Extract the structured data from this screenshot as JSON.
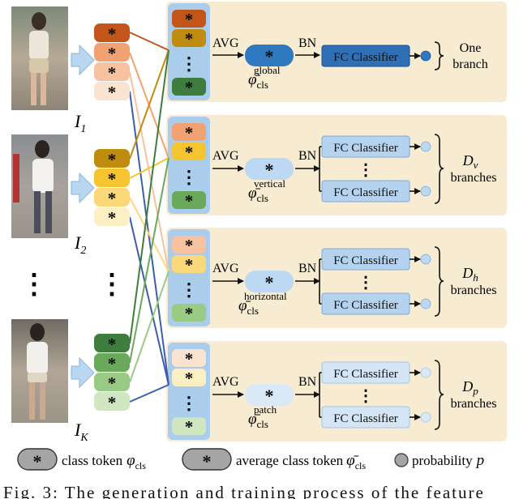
{
  "labels": {
    "avg": "AVG",
    "bn": "BN",
    "fc": "FC Classifier",
    "asterisk": "*",
    "dots": "⋮"
  },
  "inputs": [
    {
      "letter": "I",
      "sub": "1"
    },
    {
      "letter": "I",
      "sub": "2"
    },
    {
      "letter": "I",
      "sub": "K"
    }
  ],
  "branches": [
    {
      "name": "One",
      "suffix": "branch",
      "token_sym": "φ̄",
      "token_sub": "cls",
      "token_sup": "global"
    },
    {
      "name": "D",
      "sub": "v",
      "suffix": "branches",
      "token_sym": "φ̄",
      "token_sub": "cls",
      "token_sup": "vertical"
    },
    {
      "name": "D",
      "sub": "h",
      "suffix": "branches",
      "token_sym": "φ̄",
      "token_sub": "cls",
      "token_sup": "horizontal"
    },
    {
      "name": "D",
      "sub": "p",
      "suffix": "branches",
      "token_sym": "φ̄",
      "token_sub": "cls",
      "token_sup": "patch"
    }
  ],
  "legend": {
    "class_token": "class token",
    "class_token_sym": "φ",
    "class_token_sub": "cls",
    "avg_token": "average class token",
    "avg_token_sym": "φ̄",
    "avg_token_sub": "cls",
    "probability": "probability",
    "probability_sym": "p"
  },
  "caption": "Fig. 3: The generation and training process of the feature",
  "colors": {
    "panel_bg": "#f7ecd2",
    "column_bg": "#a9cdea",
    "global_token": "#2f79c1",
    "global_fc": "#2f6fb6",
    "branch_token": "#bcd8f3",
    "branch_fc": "#b5d3ef",
    "patch_token": "#dbe8f5",
    "patch_fc": "#d4e5f5",
    "legend_token": "#a5a5a5",
    "tokens_1": [
      "#c4551a",
      "#f2a272",
      "#f6c29f",
      "#fbe3d1"
    ],
    "tokens_2": [
      "#bf8c0f",
      "#f5c531",
      "#fbd97a",
      "#fdefc4"
    ],
    "tokens_K": [
      "#3e7d3d",
      "#6aa85c",
      "#99cb84",
      "#cfe6c1"
    ]
  }
}
